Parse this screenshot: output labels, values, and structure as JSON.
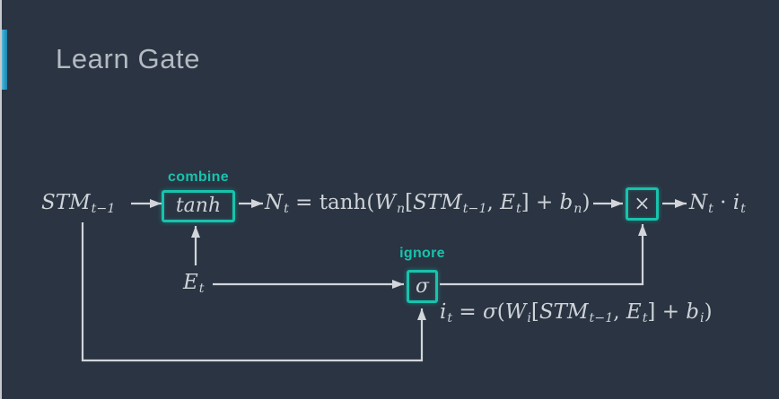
{
  "slide": {
    "title": "Learn Gate",
    "colors": {
      "background": "#2a3442",
      "teal": "#17c3ad",
      "accent_bar": "#2da5ca",
      "line": "#d2d5d9",
      "math_text": "#ced3d8",
      "title_text": "#b4bac2"
    }
  },
  "diagram": {
    "labels": {
      "combine": "combine",
      "ignore": "ignore"
    },
    "nodes": {
      "tanh": [
        {
          "i": "tanh"
        }
      ],
      "multiply": [
        {
          "r": "×"
        }
      ],
      "sigma": [
        {
          "i": "σ"
        }
      ]
    },
    "math": {
      "stm_input": [
        {
          "i": "STM"
        },
        {
          "s": "t−1"
        }
      ],
      "event_input": [
        {
          "i": "E"
        },
        {
          "s": "t"
        }
      ],
      "eq_combine": [
        {
          "i": "N"
        },
        {
          "s": "t"
        },
        {
          "r": " = tanh("
        },
        {
          "i": "W"
        },
        {
          "s": "n"
        },
        {
          "r": "["
        },
        {
          "i": "STM"
        },
        {
          "s": "t−1"
        },
        {
          "r": ", "
        },
        {
          "i": "E"
        },
        {
          "s": "t"
        },
        {
          "r": "] + "
        },
        {
          "i": "b"
        },
        {
          "s": "n"
        },
        {
          "r": ")"
        }
      ],
      "eq_ignore": [
        {
          "i": "i"
        },
        {
          "s": "t"
        },
        {
          "r": " = "
        },
        {
          "i": "σ"
        },
        {
          "r": "("
        },
        {
          "i": "W"
        },
        {
          "s": "i"
        },
        {
          "r": "["
        },
        {
          "i": "STM"
        },
        {
          "s": "t−1"
        },
        {
          "r": ", "
        },
        {
          "i": "E"
        },
        {
          "s": "t"
        },
        {
          "r": "] + "
        },
        {
          "i": "b"
        },
        {
          "s": "i"
        },
        {
          "r": ")"
        }
      ],
      "output": [
        {
          "i": "N"
        },
        {
          "s": "t"
        },
        {
          "r": " · "
        },
        {
          "i": "i"
        },
        {
          "s": "t"
        }
      ]
    }
  }
}
